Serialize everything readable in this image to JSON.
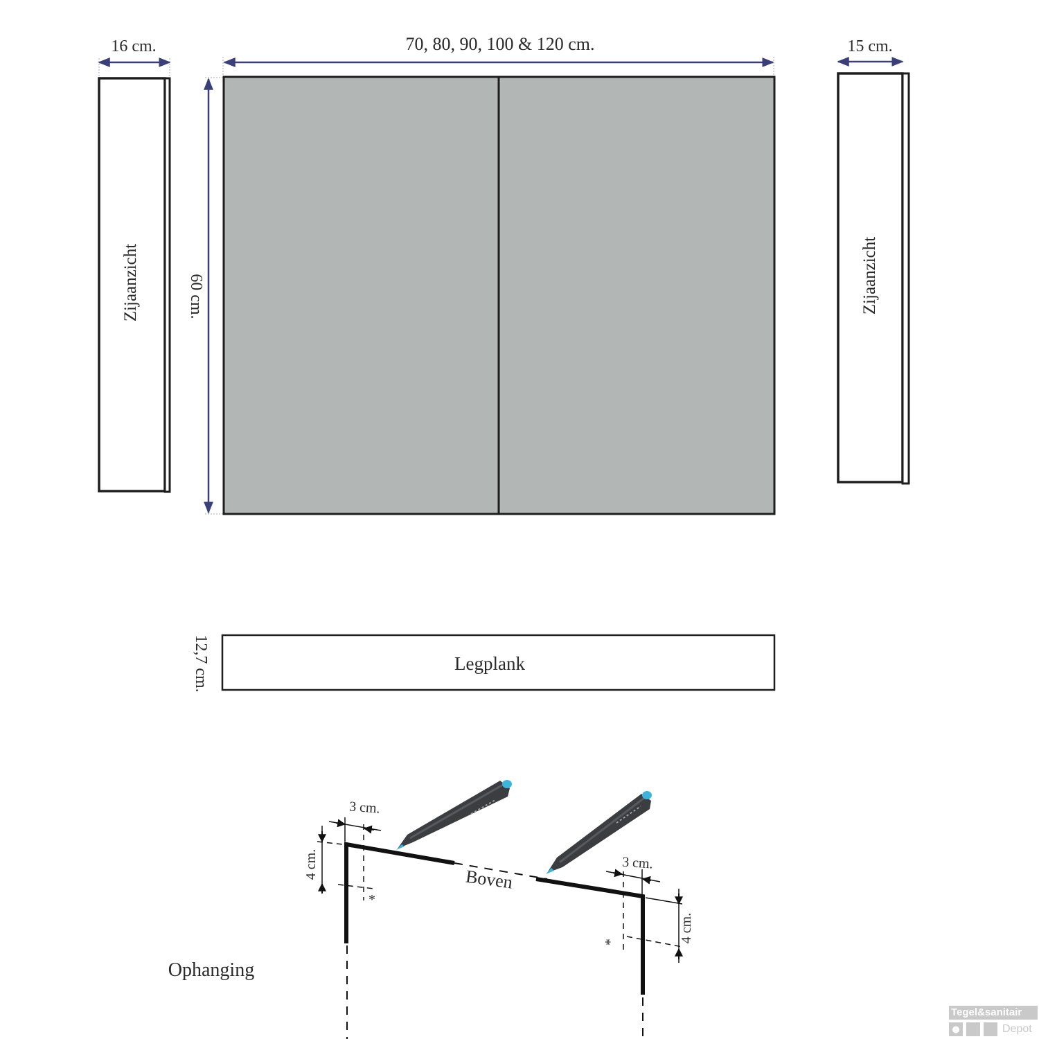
{
  "diagram": {
    "title_fragment": "",
    "colors": {
      "panel_fill": "#b2b6b5",
      "outline": "#1e1e1e",
      "dimension": "#3a3f7a",
      "pen_body": "#3b3d40",
      "pen_tip": "#3cb4dc"
    },
    "side_view_left": {
      "width_label": "16 cm.",
      "label": "Zijaanzicht"
    },
    "front_view": {
      "width_label": "70, 80, 90, 100 & 120 cm.",
      "height_label": "60 cm.",
      "doors": 2
    },
    "side_view_right": {
      "width_label": "15 cm.",
      "label": "Zijaanzicht"
    },
    "shelf": {
      "label": "Legplank",
      "depth_label": "12,7 cm."
    },
    "mounting": {
      "label": "Ophanging",
      "top_label": "Boven",
      "left_offset_label": "3 cm.",
      "left_drop_label": "4 cm.",
      "right_offset_label": "3 cm.",
      "right_drop_label": "4 cm.",
      "marker": "*"
    },
    "watermark": {
      "brand": "Tegel&sanitair",
      "sub": "Depot",
      "drop_glyph": "💧"
    }
  }
}
